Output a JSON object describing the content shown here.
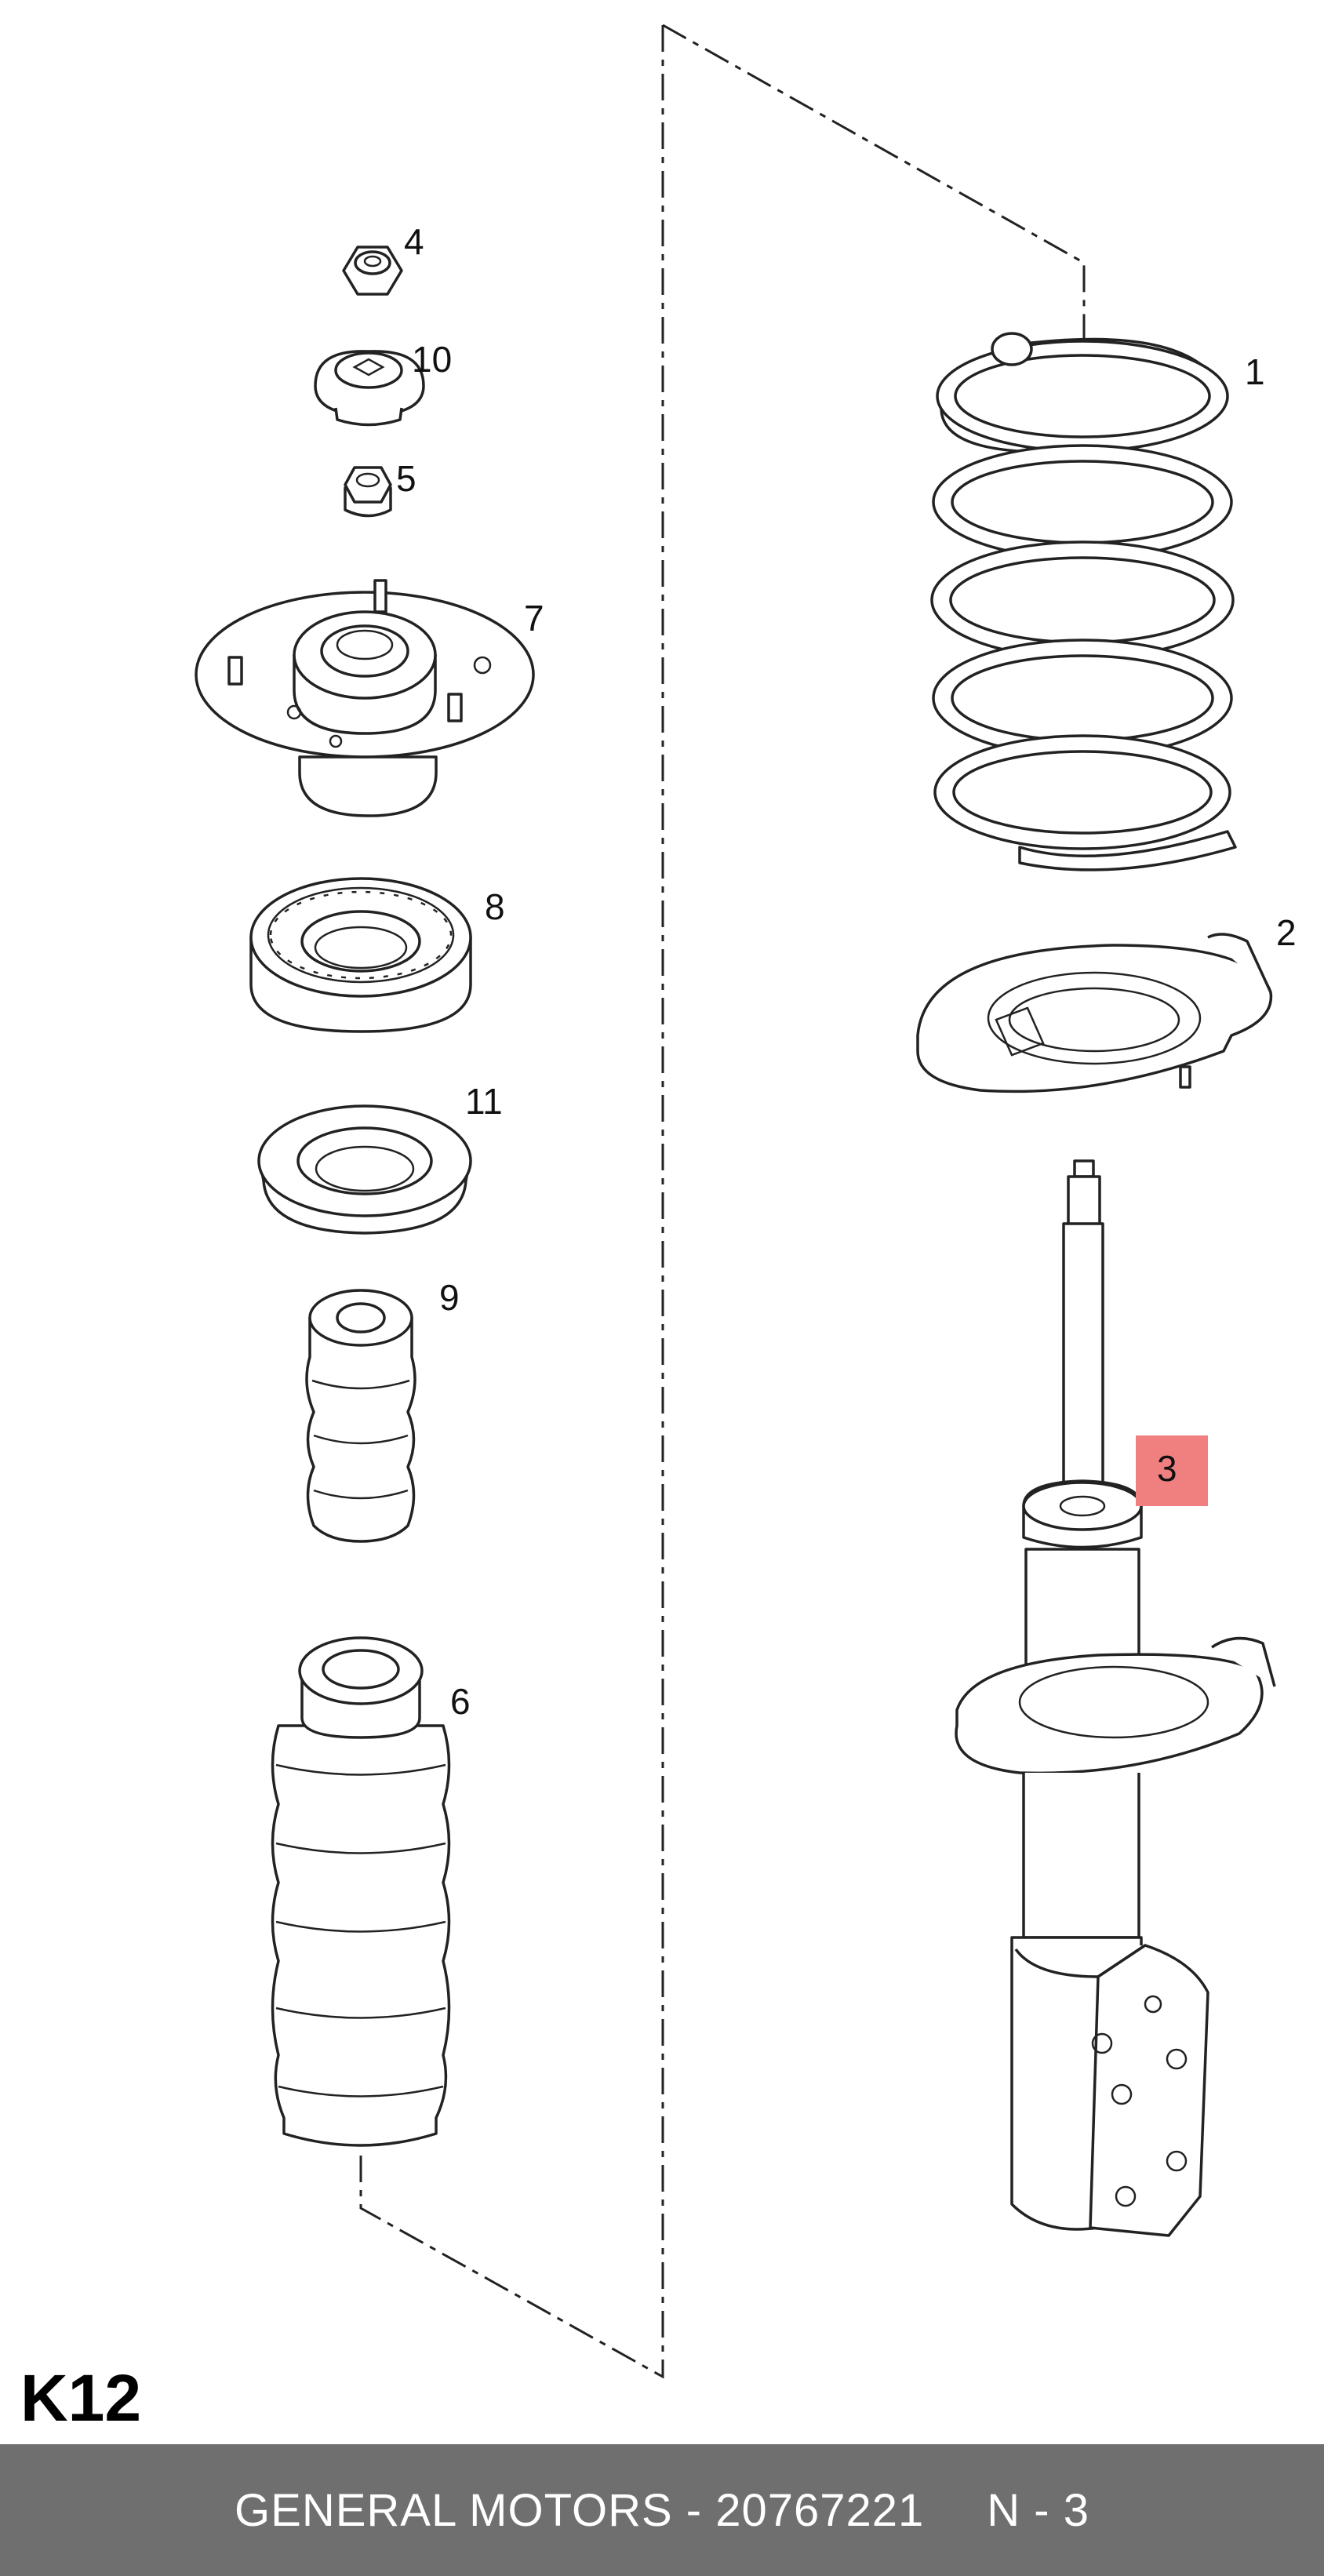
{
  "diagram": {
    "sheet_code": "K12",
    "part_labels": [
      "1",
      "2",
      "3",
      "4",
      "5",
      "6",
      "7",
      "8",
      "9",
      "10",
      "11"
    ],
    "highlighted_label": "3",
    "highlight_color": "#f08080"
  },
  "footer": {
    "brand": "GENERAL MOTORS",
    "separator": " - ",
    "part_number": "20767221",
    "position": "N - 3",
    "background_color": "#6f6f6f"
  }
}
